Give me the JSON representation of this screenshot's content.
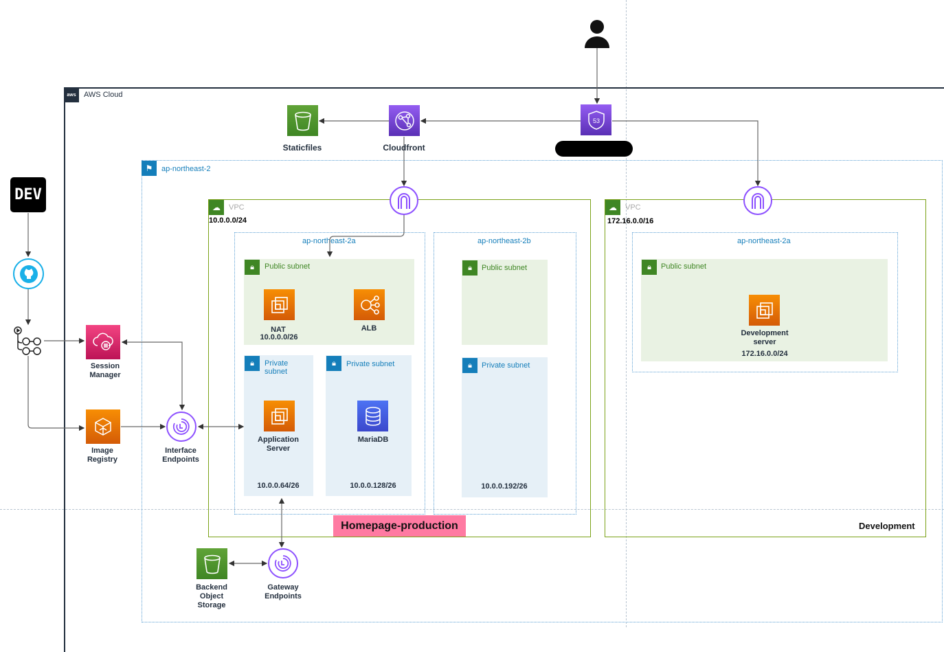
{
  "actors": {
    "user_icon": "person-icon",
    "dev_logo": "DEV"
  },
  "aws_cloud": {
    "label": "AWS Cloud"
  },
  "region": {
    "label": "ap-northeast-2"
  },
  "edge": {
    "staticfiles": "Staticfiles",
    "cloudfront": "Cloudfront"
  },
  "left": {
    "session_manager": [
      "Session",
      "Manager"
    ],
    "image_registry": [
      "Image",
      "Registry"
    ],
    "interface_endpoints": [
      "Interface",
      "Endpoints"
    ],
    "backend_storage": [
      "Backend",
      "Object",
      "Storage"
    ],
    "gateway_endpoints": [
      "Gateway",
      "Endpoints"
    ]
  },
  "vpc_prod": {
    "label": "VPC",
    "cidr": "10.0.0.0/24",
    "name": "Homepage-production",
    "az_a": {
      "label": "ap-northeast-2a",
      "public_subnet": "Public subnet",
      "nat": "NAT",
      "nat_cidr": "10.0.0.0/26",
      "alb": "ALB",
      "private_subnet_1": [
        "Private",
        "subnet"
      ],
      "app_server": [
        "Application",
        "Server"
      ],
      "app_cidr": "10.0.0.64/26",
      "private_subnet_2": "Private subnet",
      "db": "MariaDB",
      "db_cidr": "10.0.0.128/26"
    },
    "az_b": {
      "label": "ap-northeast-2b",
      "public_subnet": "Public subnet",
      "private_subnet": "Private subnet",
      "private_cidr": "10.0.0.192/26"
    }
  },
  "vpc_dev": {
    "label": "VPC",
    "cidr": "172.16.0.0/16",
    "name": "Development",
    "az": {
      "label": "ap-northeast-2a",
      "public_subnet": "Public subnet",
      "server": [
        "Development",
        "server"
      ],
      "server_cidr": "172.16.0.0/24"
    }
  },
  "colors": {
    "storage_green": "#3f8624",
    "network_purple": "#8c4fff",
    "compute_orange": "#ed7100",
    "mgmt_pink": "#e7157b",
    "db_blue": "#3b48cc",
    "region_blue": "#147eba",
    "vpc_green": "#7aa116",
    "public_subnet_bg": "#e9f2e3",
    "private_subnet_bg": "#e6f0f7",
    "prod_tag": "#ff7aa2"
  }
}
